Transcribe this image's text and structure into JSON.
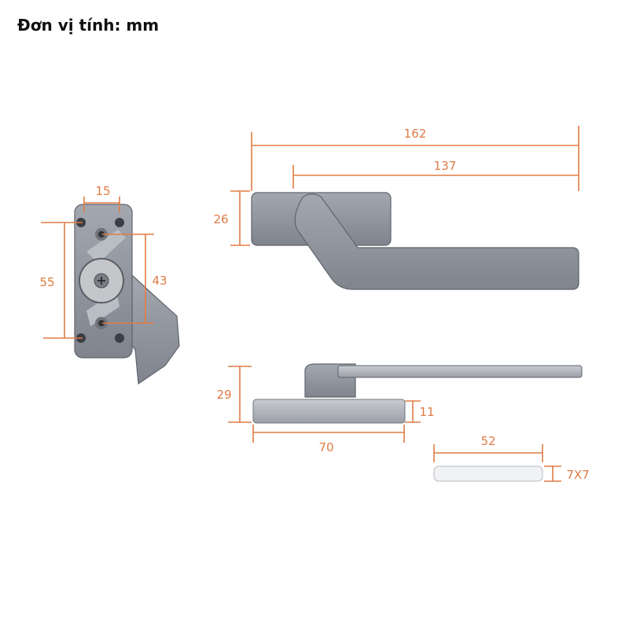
{
  "title": "Đơn vị tính: mm",
  "colors": {
    "dimension": "#e07b45",
    "metal": "#8d929b"
  },
  "dimensions": {
    "plate_hole_spacing": "15",
    "plate_outer_holes": "55",
    "plate_screw_holes": "43",
    "total_length": "162",
    "lever_length": "137",
    "base_height": "26",
    "total_height": "29",
    "base_thickness": "11",
    "base_width": "70",
    "spindle_length": "52",
    "spindle_section": "7X7"
  }
}
